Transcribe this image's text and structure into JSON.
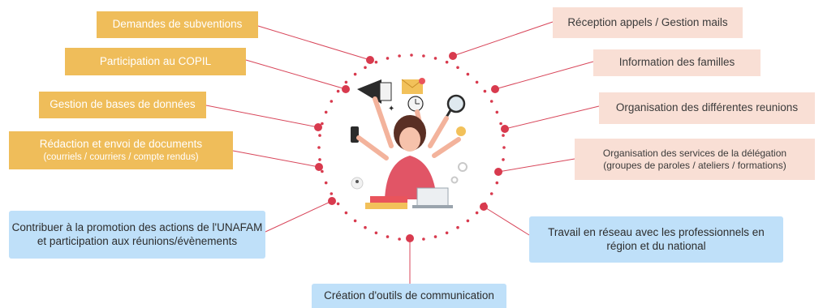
{
  "colors": {
    "yellow": "#efbd5a",
    "pink": "#f9dfd5",
    "blue": "#bfe0f9",
    "connector": "#d8465a",
    "accent": "#d83a4e"
  },
  "left_tasks": [
    {
      "label": "Demandes de subventions"
    },
    {
      "label": "Participation au COPIL"
    },
    {
      "label": "Gestion de bases de données"
    },
    {
      "label": "Rédaction et envoi de documents",
      "detail": "(courriels / courriers / compte rendus)"
    }
  ],
  "right_tasks": [
    {
      "label": "Réception appels / Gestion mails"
    },
    {
      "label": "Information des familles"
    },
    {
      "label": "Organisation des différentes reunions"
    },
    {
      "label": "Organisation des services de la délégation",
      "detail": "(groupes de paroles / ateliers / formations)"
    }
  ],
  "bottom_tasks": {
    "left": {
      "line1": "Contribuer à la promotion des actions de l'UNAFAM",
      "line2": "et participation aux réunions/évènements"
    },
    "right": {
      "line1": "Travail en réseau avec les professionnels en",
      "line2": "région et du national"
    },
    "center": {
      "label": "Création d'outils de communication"
    }
  },
  "illustration": {
    "icon": "multitasking-woman-illustration"
  }
}
